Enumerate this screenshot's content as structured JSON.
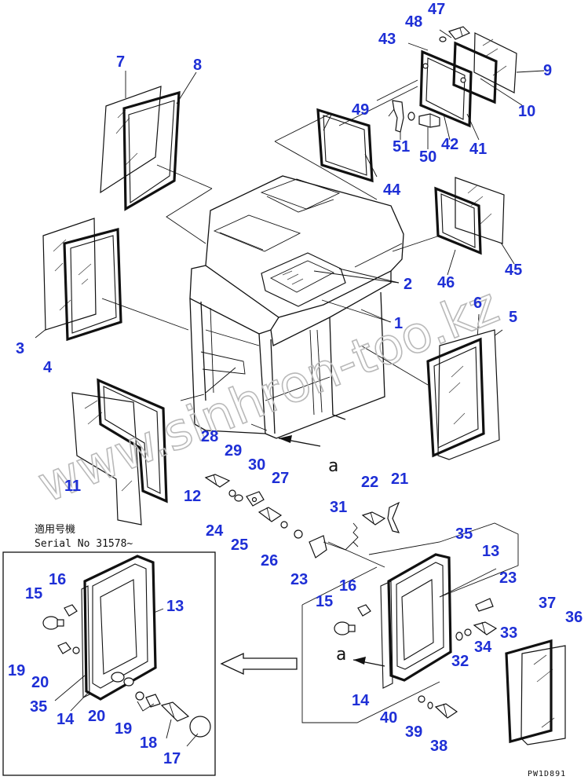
{
  "diagram": {
    "callouts": [
      {
        "id": "1",
        "label": "1"
      },
      {
        "id": "2",
        "label": "2"
      },
      {
        "id": "3",
        "label": "3"
      },
      {
        "id": "4",
        "label": "4"
      },
      {
        "id": "5",
        "label": "5"
      },
      {
        "id": "6",
        "label": "6"
      },
      {
        "id": "7",
        "label": "7"
      },
      {
        "id": "8",
        "label": "8"
      },
      {
        "id": "9",
        "label": "9"
      },
      {
        "id": "10",
        "label": "10"
      },
      {
        "id": "11",
        "label": "11"
      },
      {
        "id": "12",
        "label": "12"
      },
      {
        "id": "13",
        "label": "13"
      },
      {
        "id": "13b",
        "label": "13"
      },
      {
        "id": "14",
        "label": "14"
      },
      {
        "id": "14b",
        "label": "14"
      },
      {
        "id": "15",
        "label": "15"
      },
      {
        "id": "15b",
        "label": "15"
      },
      {
        "id": "16",
        "label": "16"
      },
      {
        "id": "16b",
        "label": "16"
      },
      {
        "id": "17",
        "label": "17"
      },
      {
        "id": "18",
        "label": "18"
      },
      {
        "id": "19",
        "label": "19"
      },
      {
        "id": "19b",
        "label": "19"
      },
      {
        "id": "20",
        "label": "20"
      },
      {
        "id": "20b",
        "label": "20"
      },
      {
        "id": "21",
        "label": "21"
      },
      {
        "id": "22",
        "label": "22"
      },
      {
        "id": "23",
        "label": "23"
      },
      {
        "id": "23b",
        "label": "23"
      },
      {
        "id": "24",
        "label": "24"
      },
      {
        "id": "25",
        "label": "25"
      },
      {
        "id": "26",
        "label": "26"
      },
      {
        "id": "27",
        "label": "27"
      },
      {
        "id": "28",
        "label": "28"
      },
      {
        "id": "29",
        "label": "29"
      },
      {
        "id": "30",
        "label": "30"
      },
      {
        "id": "31",
        "label": "31"
      },
      {
        "id": "32",
        "label": "32"
      },
      {
        "id": "33",
        "label": "33"
      },
      {
        "id": "34",
        "label": "34"
      },
      {
        "id": "35",
        "label": "35"
      },
      {
        "id": "35b",
        "label": "35"
      },
      {
        "id": "36",
        "label": "36"
      },
      {
        "id": "37",
        "label": "37"
      },
      {
        "id": "38",
        "label": "38"
      },
      {
        "id": "39",
        "label": "39"
      },
      {
        "id": "40",
        "label": "40"
      },
      {
        "id": "41",
        "label": "41"
      },
      {
        "id": "42",
        "label": "42"
      },
      {
        "id": "43",
        "label": "43"
      },
      {
        "id": "44",
        "label": "44"
      },
      {
        "id": "45",
        "label": "45"
      },
      {
        "id": "46",
        "label": "46"
      },
      {
        "id": "47",
        "label": "47"
      },
      {
        "id": "48",
        "label": "48"
      },
      {
        "id": "49",
        "label": "49"
      },
      {
        "id": "50",
        "label": "50"
      },
      {
        "id": "51",
        "label": "51"
      }
    ],
    "view_marker_main": "a",
    "view_marker_detail": "a",
    "applicability_label": "適用号機",
    "serial_label": "Serial No 31578~",
    "drawing_code": "PW1D891",
    "watermark": "www.sinhron-too.kz"
  },
  "colors": {
    "callout": "#1e2fd6",
    "line": "#111111",
    "watermark": "#b9b9b9"
  }
}
